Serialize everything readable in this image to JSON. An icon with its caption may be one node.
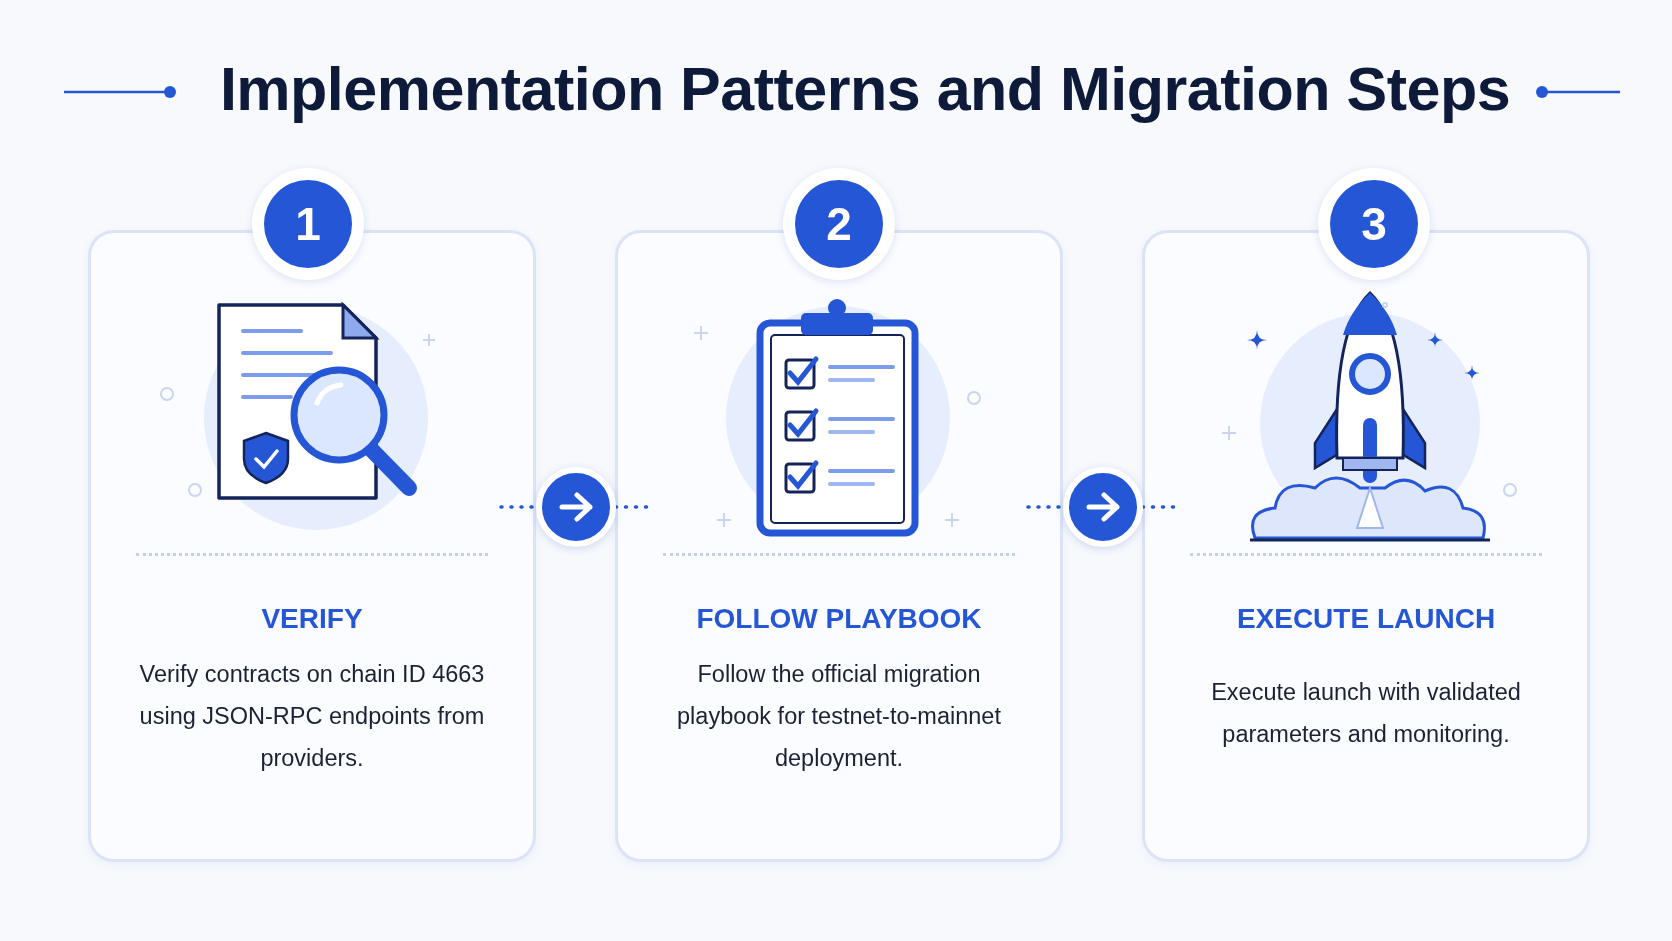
{
  "diagram": {
    "title": "Implementation Patterns and Migration Steps",
    "nodes": [
      {
        "text": [
          "1"
        ]
      },
      {
        "text": [
          "VERIFY",
          "Verify contracts on chain ID 4663 using JSON-RPC endpoints from providers."
        ]
      },
      {
        "text": [],
        "shape": "circle"
      },
      {
        "text": [
          "2"
        ]
      },
      {
        "text": [
          "FOLLOW PLAYBOOK",
          "Follow the official migration playbook for testnet-to-mainnet deployment."
        ]
      },
      {
        "text": [],
        "shape": "circle"
      },
      {
        "text": [
          "3"
        ]
      },
      {
        "text": [
          "EXECUTE LAUNCH",
          "Execute launch with validated parameters and monitoring."
        ]
      }
    ],
    "edges": [
      {
        "from": 1,
        "to": 2,
        "arrow": "none",
        "style": "dashed"
      },
      {
        "from": 2,
        "to": 4,
        "arrow": "none",
        "style": "dashed"
      },
      {
        "from": 4,
        "to": 5,
        "arrow": "none",
        "style": "dashed"
      },
      {
        "from": 5,
        "to": 7,
        "arrow": "none",
        "style": "dashed"
      }
    ]
  }
}
